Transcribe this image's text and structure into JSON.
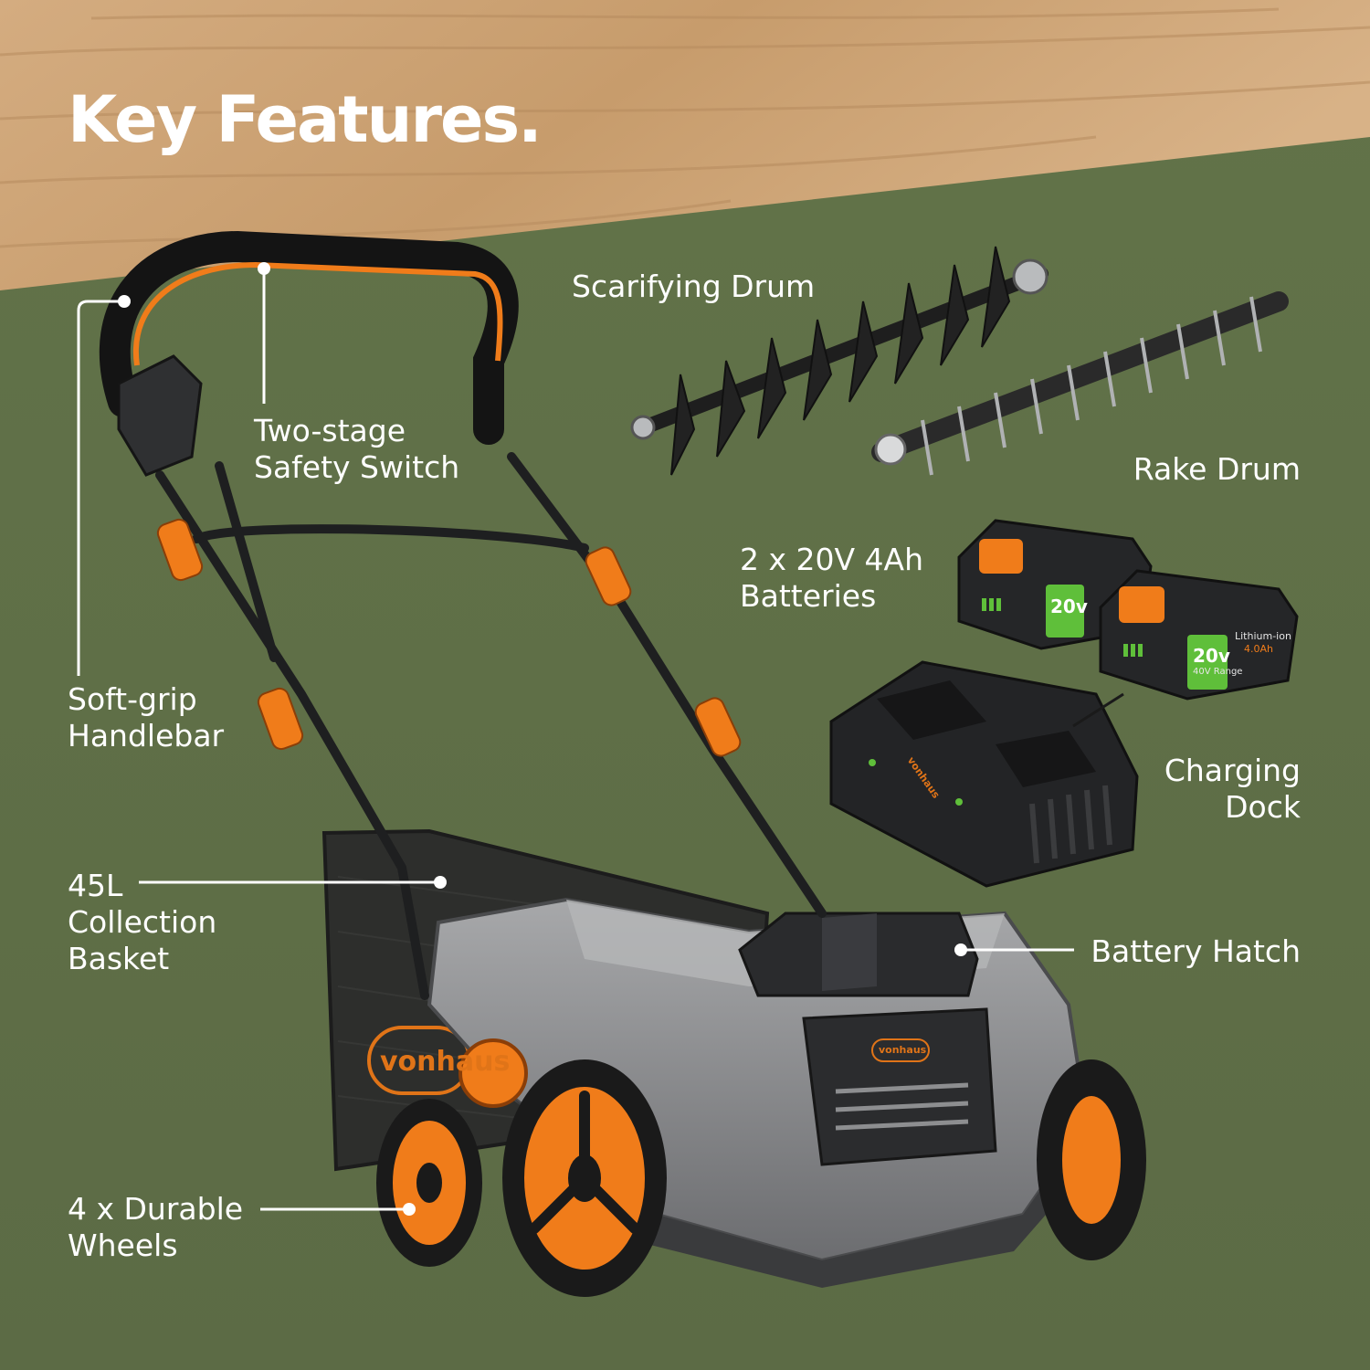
{
  "title": "Key Features.",
  "labels": {
    "scarifying_drum": "Scarifying Drum",
    "two_stage_line1": "Two-stage",
    "two_stage_line2": "Safety Switch",
    "rake_drum": "Rake Drum",
    "batteries_line1": "2 x 20V 4Ah",
    "batteries_line2": "Batteries",
    "soft_grip_line1": "Soft-grip",
    "soft_grip_line2": "Handlebar",
    "charging_line1": "Charging",
    "charging_line2": "Dock",
    "basket_line1": "45L",
    "basket_line2": "Collection",
    "basket_line3": "Basket",
    "battery_hatch": "Battery Hatch",
    "wheels_line1": "4 x Durable",
    "wheels_line2": "Wheels"
  },
  "product_text": {
    "brand_side": "vonhaus",
    "brand_front": "vonhaus",
    "brand_dock": "vonhaus",
    "battery_voltage": "20v",
    "battery_range": "40V Range",
    "battery_type": "Lithium-ion",
    "battery_capacity": "4.0Ah"
  },
  "colors": {
    "wood": "#c9a073",
    "green": "#5f6f48",
    "accent_orange": "#f07c1a",
    "body_grey": "#8e8f91",
    "dark": "#2a2a2a",
    "battery_green": "#5fbf3a"
  }
}
